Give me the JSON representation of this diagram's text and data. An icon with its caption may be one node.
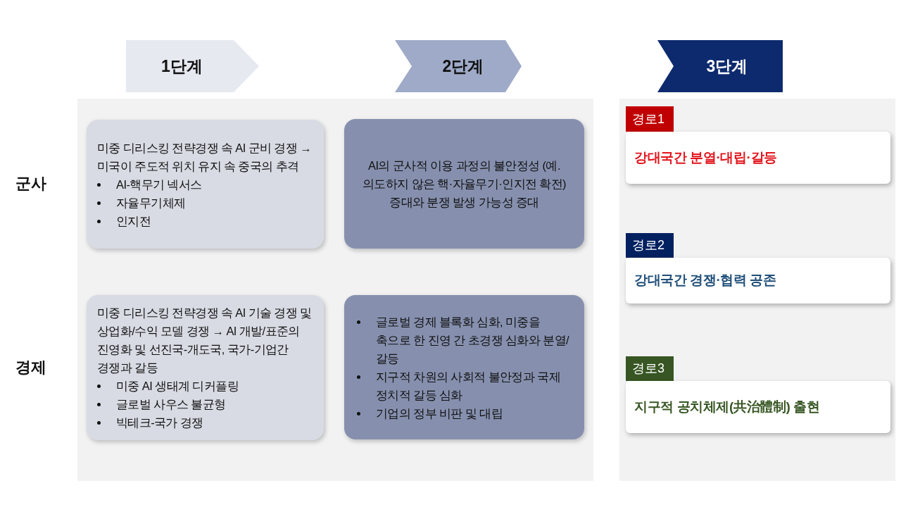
{
  "diagram": {
    "nodes": [
      {
        "text": [
          "1단계"
        ]
      },
      {
        "text": [
          "2단계"
        ]
      },
      {
        "text": [
          "3단계"
        ]
      },
      {
        "text": [],
        "shape": "box"
      },
      {
        "text": [
          "미중 디리스킹 전략경쟁 속 AI 군비 경쟁 → 미국이 주도적 위치 유지 속 중국의 추격",
          "AI-핵무기 넥서스",
          "자율무기체제",
          "인지전"
        ],
        "in": 3
      },
      {
        "text": [
          "AI의 군사적 이용 과정의 불안정성 (예. 의도하지 않은 핵·자율무기·인지전 확전) 증대와 분쟁 발생 가능성 증대"
        ],
        "in": 3
      },
      {
        "text": [
          "미중 디리스킹 전략경쟁 속 AI 기술 경쟁 및 상업화/수익 모델 경쟁 → AI 개발/표준의 진영화 및 선진국-개도국, 국가-기업간 경쟁과 갈등",
          "미중 AI 생태계 디커플링",
          "글로벌 사우스 불균형",
          "빅테크-국가 경쟁"
        ],
        "in": 3
      },
      {
        "text": [
          "글로벌 경제 블록화 심화, 미중을 축으로 한 진영 간 초경쟁 심화와 분열/갈등",
          "지구적 차원의 사회적 불안정과 국제 정치적 갈등 심화",
          "기업의 정부 비판 및 대립"
        ],
        "in": 3
      },
      {
        "text": [],
        "shape": "box"
      },
      {
        "text": [
          "경로1"
        ],
        "in": 8
      },
      {
        "text": [
          "강대국간 분열·대립·갈등"
        ],
        "in": 8
      },
      {
        "text": [
          "경로2"
        ],
        "in": 8
      },
      {
        "text": [
          "강대국간 경쟁·협력 공존"
        ],
        "in": 8
      },
      {
        "text": [
          "경로3"
        ],
        "in": 8
      },
      {
        "text": [
          "지구적 공치체제(共治體制) 출현"
        ],
        "in": 8
      }
    ],
    "labels": [
      "군사",
      "경제"
    ]
  }
}
